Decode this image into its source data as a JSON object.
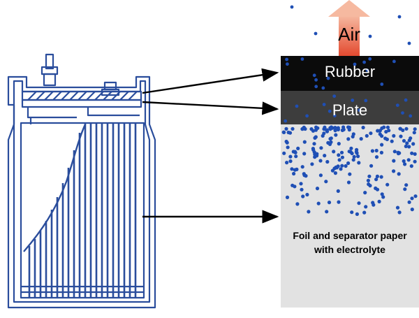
{
  "labels": {
    "air": "Air",
    "rubber": "Rubber",
    "plate": "Plate",
    "foil": "Foil and separator paper with electrolyte"
  },
  "colors": {
    "capacitor_line": "#2a4d9c",
    "rubber": "#0b0b0b",
    "plate": "#3d3d3d",
    "electrolyte_fill": "#e2e2e2",
    "electrolyte_dot": "#1f4fb5",
    "arrow_gradient_top": "#f0a080",
    "arrow_gradient_bottom": "#e34a30",
    "pointer_arrows": "#000000"
  },
  "icons": {
    "capacitor": "capacitor-cutaway-drawing",
    "air_arrow": "up-arrow-icon"
  }
}
